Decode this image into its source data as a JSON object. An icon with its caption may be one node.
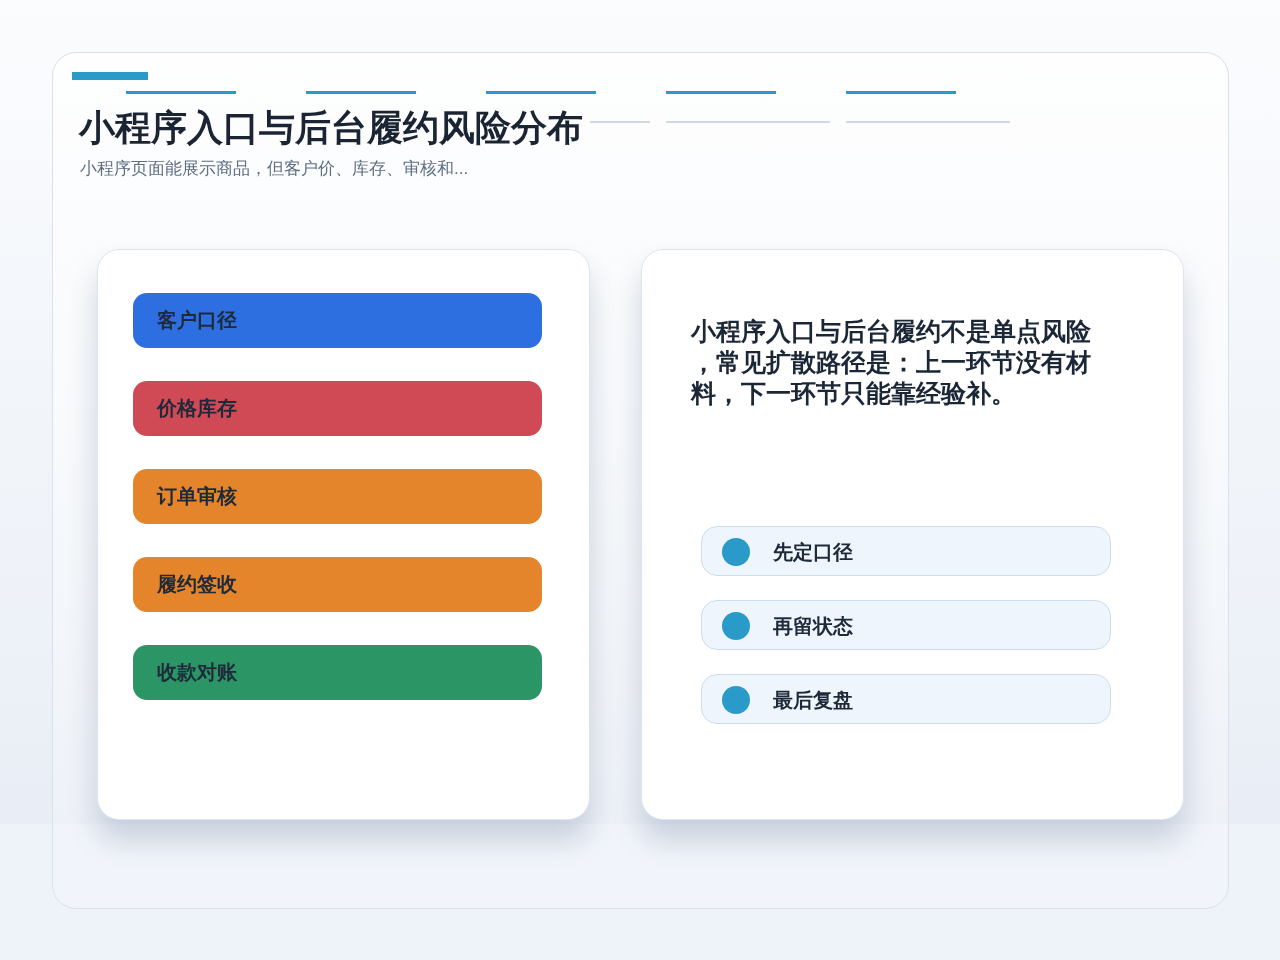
{
  "diagram": {
    "title": "小程序入口与后台履约风险分布",
    "nodes": [
      {
        "text": [],
        "shape": "box"
      },
      {
        "text": [
          "客户口径"
        ],
        "in": 0
      },
      {
        "text": [
          "价格库存"
        ],
        "in": 0
      },
      {
        "text": [
          "订单审核"
        ],
        "in": 0
      },
      {
        "text": [
          "履约签收"
        ],
        "in": 0
      },
      {
        "text": [
          "收款对账"
        ],
        "in": 0
      },
      {
        "text": [
          "小程序入口与后台履约不是单点风险，常见扩散路径是：上一环节没有材料，下一环节只能靠经验补。"
        ]
      },
      {
        "text": [
          "先定口径"
        ],
        "in": 6
      },
      {
        "text": [
          "再留状态"
        ],
        "in": 6
      },
      {
        "text": [
          "最后复盘"
        ],
        "in": 6
      }
    ],
    "labels": [
      "小程序页面能展示商品，但客户价、库存、审核和..."
    ]
  }
}
